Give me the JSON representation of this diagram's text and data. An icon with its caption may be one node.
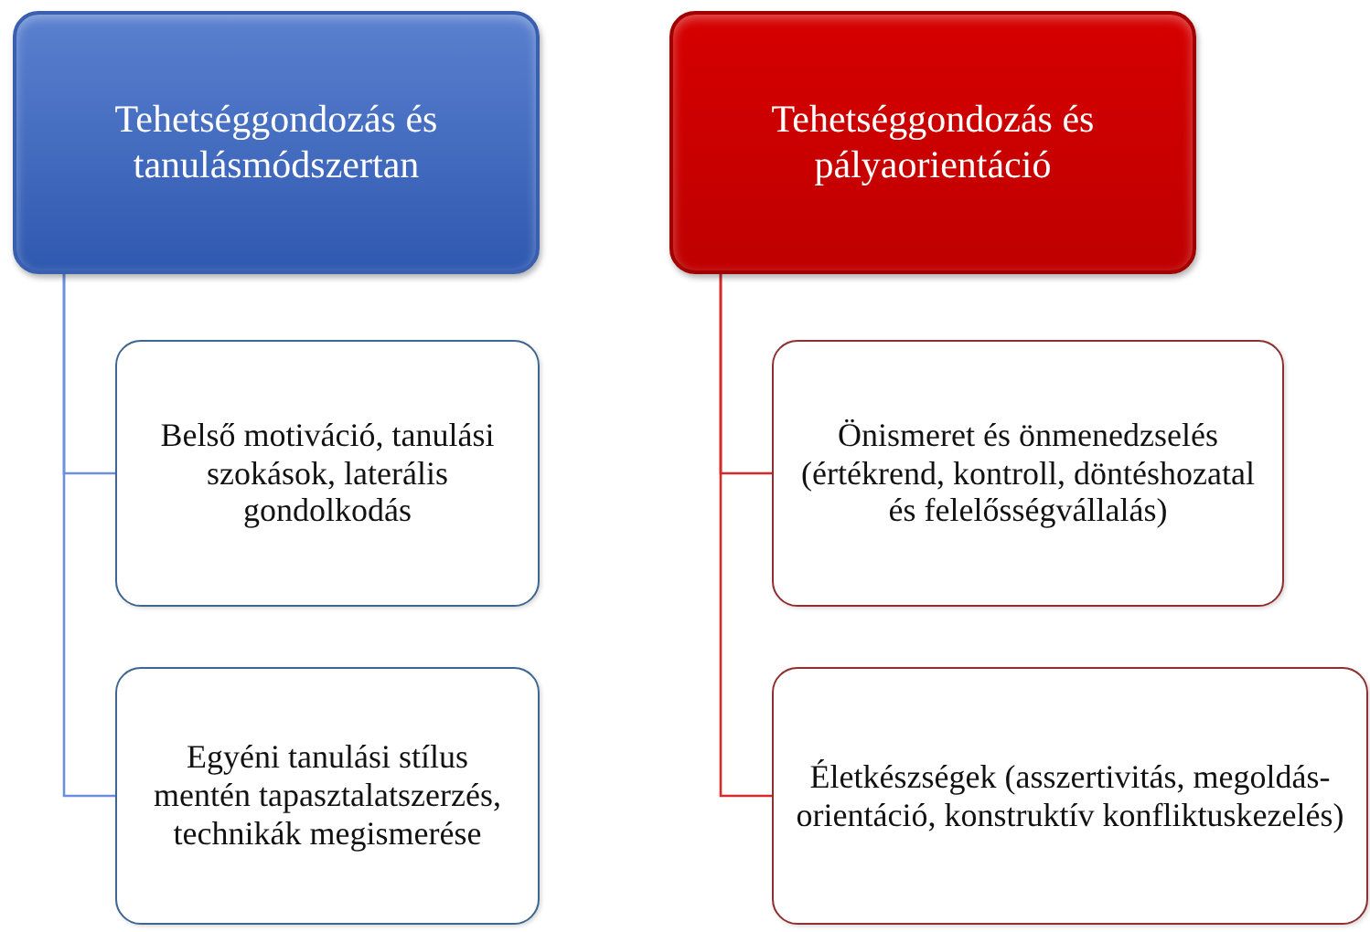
{
  "diagram": {
    "nodes": [
      {
        "text": [
          "Tehetséggondozás és tanulásmódszertan"
        ]
      },
      {
        "text": [
          "Belső motiváció, tanulási szokások, laterális gondolkodás"
        ]
      },
      {
        "text": [
          "Egyéni tanulási stílus mentén tapasztalatszerzés, technikák megismerése"
        ]
      },
      {
        "text": [
          "Tehetséggondozás és pályaorientáció"
        ]
      },
      {
        "text": [
          "Önismeret és önmenedzselés (értékrend, kontroll, döntéshozatal és felelősségvállalás)"
        ]
      },
      {
        "text": [
          "Életkészségek (asszertivitás, megoldás-orientáció, konstruktív konfliktuskezelés)"
        ]
      }
    ],
    "edges": [
      {
        "from": 0,
        "to": 1,
        "arrow": "none",
        "color": "#6d8fe0"
      },
      {
        "from": 0,
        "to": 2,
        "arrow": "none",
        "color": "#6d8fe0"
      },
      {
        "from": 3,
        "to": 4,
        "arrow": "none",
        "color": "#d42a2a"
      },
      {
        "from": 3,
        "to": 5,
        "arrow": "none",
        "color": "#d42a2a"
      }
    ]
  }
}
